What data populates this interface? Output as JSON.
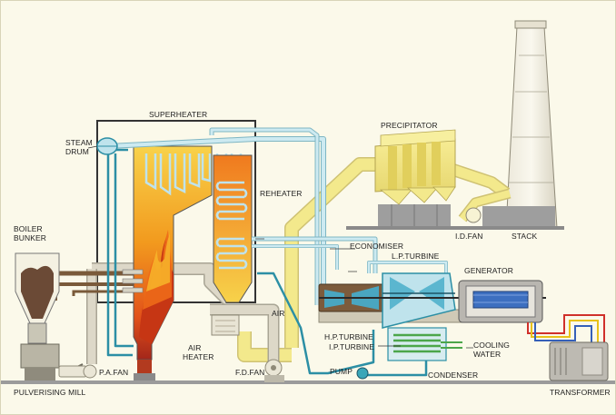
{
  "labels": {
    "superheater": "SUPERHEATER",
    "steam": "STEAM",
    "drum": "DRUM",
    "reheater": "REHEATER",
    "precipitator": "PRECIPITATOR",
    "boiler": "BOILER",
    "bunker": "BUNKER",
    "economiser": "ECONOMISER",
    "lp_turbine": "L.P.TURBINE",
    "generator": "GENERATOR",
    "id_fan": "I.D.FAN",
    "stack": "STACK",
    "hp_turbine": "H.P.TURBINE",
    "ip_turbine": "I.P.TURBINE",
    "air": "AIR",
    "air2": "AIR",
    "heater": "HEATER",
    "cooling": "COOLING",
    "water": "WATER",
    "pa_fan": "P.A.FAN",
    "fd_fan": "F.D.FAN",
    "pump": "PUMP",
    "condenser": "CONDENSER",
    "pulverising_mill": "PULVERISING MILL",
    "transformer": "TRANSFORMER"
  },
  "colors": {
    "background": "#fbf9ea",
    "steam_pipe": "#bfe3ec",
    "water_pipe": "#2c8fa5",
    "flue_gas": "#f3e98c",
    "air_duct": "#d9d4c4",
    "furnace_hot": "#e8420f",
    "furnace_warm": "#f5a623",
    "structure_grey": "#8a8a8a",
    "generator_blue": "#3d6fc0",
    "wire_red": "#d0302a",
    "wire_yellow": "#e8c21a",
    "wire_blue": "#3660b8"
  }
}
